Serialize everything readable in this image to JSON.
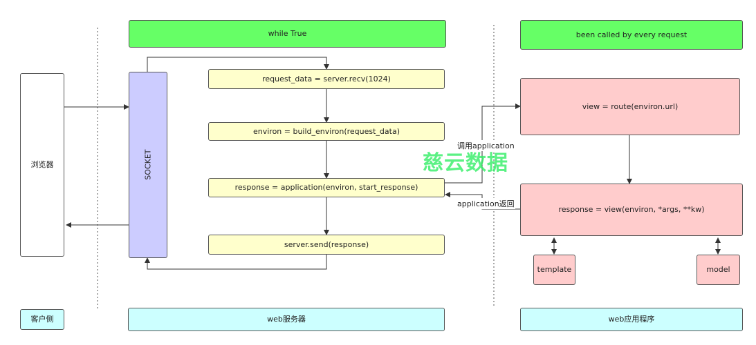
{
  "client": {
    "browser_label": "浏览器",
    "section_label": "客户侧"
  },
  "server": {
    "loop_label": "while True",
    "socket_label": "SOCKET",
    "steps": [
      "request_data = server.recv(1024)",
      "environ = build_environ(request_data)",
      "response = application(environ, start_response)",
      "server.send(response)"
    ],
    "section_label": "web服务器"
  },
  "app": {
    "header_label": "been called by every request",
    "route_label": "view = route(environ.url)",
    "view_label": "response = view(environ, *args, **kw)",
    "template_label": "template",
    "model_label": "model",
    "section_label": "web应用程序"
  },
  "arrows": {
    "call_label": "调用application",
    "return_label": "application返回"
  },
  "watermark": "慈云数据",
  "colors": {
    "green": "#66ff66",
    "yellow": "#ffffcc",
    "pink": "#ffcccc",
    "purple": "#ccccff",
    "cyan": "#ccffff"
  }
}
